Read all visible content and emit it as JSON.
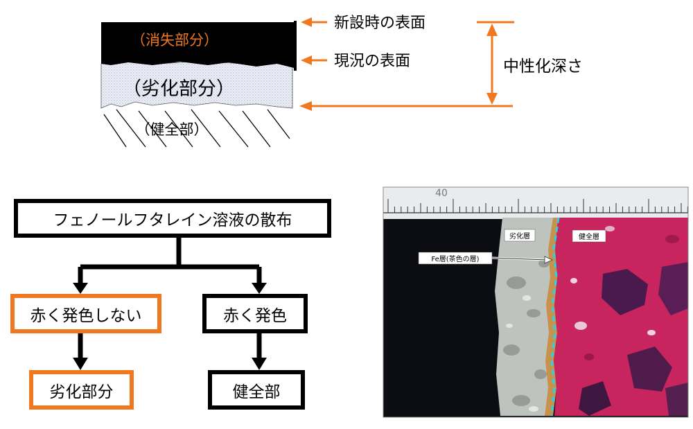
{
  "colors": {
    "accent": "#f07820",
    "black": "#000000",
    "deteriorated_fill": "#eef0f8",
    "phenolphthalein_pink": "#c8245e",
    "fe_layer": "#c98a3a",
    "boundary_dash": "#2ad2e8"
  },
  "cross_section": {
    "lost_part": "（消失部分）",
    "deteriorated_part": "（劣化部分）",
    "sound_part": "（健全部）",
    "original_surface": "新設時の表面",
    "current_surface": "現況の表面",
    "carbonation_depth": "中性化深さ"
  },
  "flowchart": {
    "start": "フェノールフタレイン溶液の散布",
    "branch_no_color": "赤く発色しない",
    "branch_color": "赤く発色",
    "result_deteriorated": "劣化部分",
    "result_sound": "健全部"
  },
  "photo": {
    "ruler_digit": "40",
    "label_deteriorated_layer": "劣化層",
    "label_sound_layer": "健全層",
    "label_fe_layer": "Fe層(茶色の層)"
  }
}
